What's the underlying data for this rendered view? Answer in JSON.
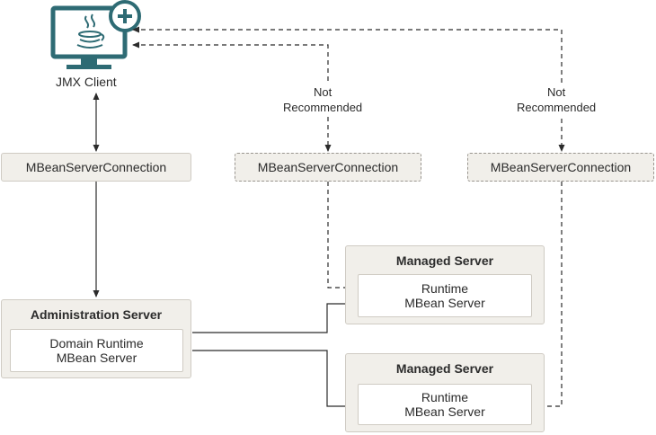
{
  "client": {
    "label": "JMX Client",
    "icon": "java-monitor-plus-icon"
  },
  "connections": [
    {
      "label": "MBeanServerConnection",
      "style": "solid"
    },
    {
      "label": "MBeanServerConnection",
      "style": "dashed"
    },
    {
      "label": "MBeanServerConnection",
      "style": "dashed"
    }
  ],
  "notes": [
    {
      "line1": "Not",
      "line2": "Recommended"
    },
    {
      "line1": "Not",
      "line2": "Recommended"
    }
  ],
  "admin_server": {
    "title": "Administration Server",
    "inner_line1": "Domain Runtime",
    "inner_line2": "MBean Server"
  },
  "managed_servers": [
    {
      "title": "Managed Server",
      "inner_line1": "Runtime",
      "inner_line2": "MBean Server"
    },
    {
      "title": "Managed Server",
      "inner_line1": "Runtime",
      "inner_line2": "MBean Server"
    }
  ],
  "colors": {
    "teal": "#2e6b74",
    "box_fill": "#f1efea",
    "box_border": "#cfcbc3",
    "line": "#2b2b2b"
  }
}
